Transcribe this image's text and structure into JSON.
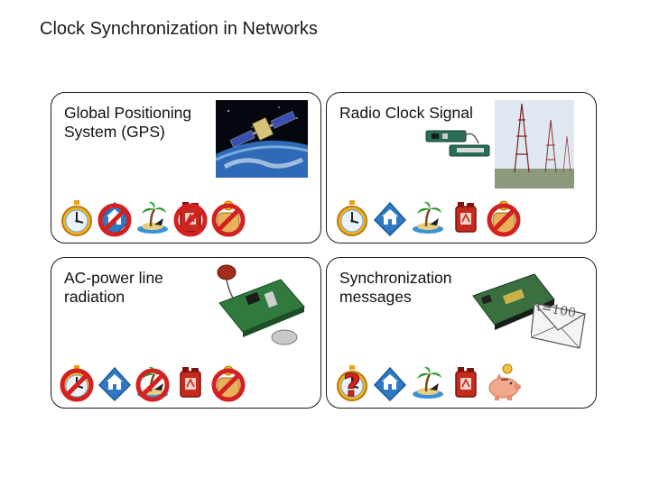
{
  "title": "Clock Synchronization in Networks",
  "panels": [
    {
      "label": "Global Positioning System (GPS)",
      "photo": "satellite-photo",
      "icons": [
        "stopwatch-icon",
        "home-icon-crossed",
        "island-icon",
        "fuel-can-icon-crossed",
        "money-icon-crossed"
      ]
    },
    {
      "label": "Radio Clock Signal",
      "photo": "radio-receiver-and-antenna-tower-photo",
      "icons": [
        "stopwatch-icon",
        "home-icon",
        "island-icon",
        "fuel-can-icon",
        "money-icon-crossed"
      ]
    },
    {
      "label": "AC-power line radiation",
      "photo": "circuit-board-photo",
      "icons": [
        "stopwatch-icon-crossed",
        "home-icon",
        "island-icon-crossed",
        "fuel-can-icon",
        "money-icon-crossed"
      ]
    },
    {
      "label": "Synchronization messages",
      "photo": "sensor-node-and-envelope-photo",
      "envelope_text": "t=100",
      "icons": [
        "stopwatch-icon-question",
        "home-icon",
        "island-icon",
        "fuel-can-icon",
        "piggy-bank-icon"
      ]
    }
  ],
  "colors": {
    "panel_border": "#1a1a1a",
    "prohibited": "#d42020",
    "home_blue": "#2f78c4"
  }
}
